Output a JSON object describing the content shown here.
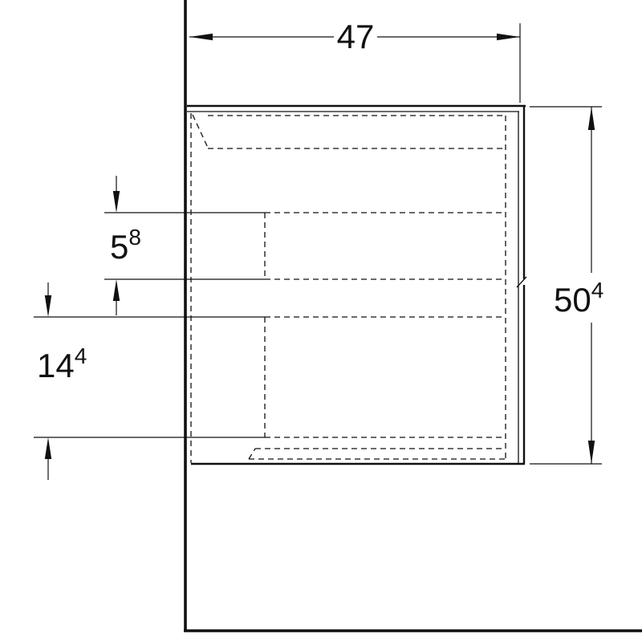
{
  "drawing": {
    "description": "Technical side-view dimension drawing of a wall-hung vanity cabinet with two drawers",
    "colors": {
      "line": "#111111",
      "background": "#ffffff"
    },
    "labels": {
      "width": {
        "main": "47",
        "sup": ""
      },
      "height": {
        "main": "50",
        "sup": "4"
      },
      "upper_inset": {
        "main": "5",
        "sup": "8"
      },
      "lower_drawer": {
        "main": "14",
        "sup": "4"
      }
    }
  }
}
